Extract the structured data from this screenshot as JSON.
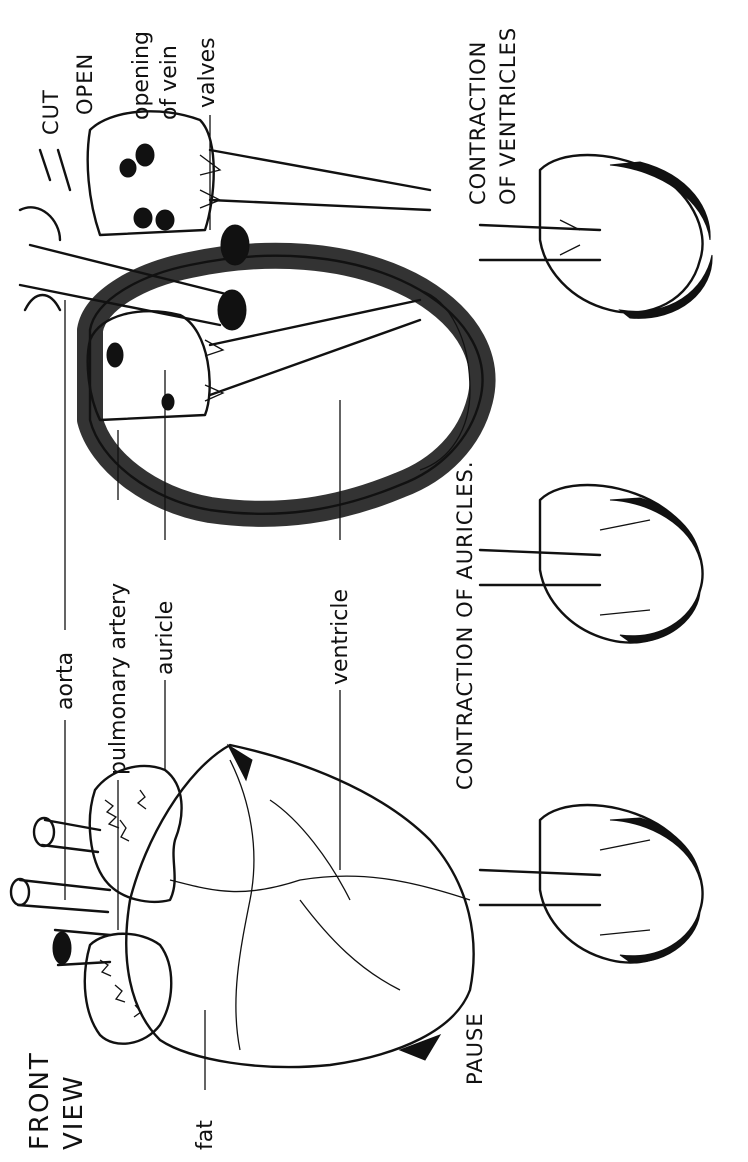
{
  "labels": {
    "front_view_1": "FRONT",
    "front_view_2": "VIEW",
    "fat": "fat",
    "aorta": "aorta",
    "pulmonary_artery": "pulmonary artery",
    "auricle": "auricle",
    "ventricle": "ventricle",
    "valves": "valves",
    "opening_of_vein_1": "opening",
    "opening_of_vein_2": "of vein",
    "cut": "CUT",
    "open": "OPEN",
    "pause": "PAUSE",
    "contraction_of_auricles": "CONTRACTION OF AURICLES.",
    "contraction_of_ventricles_1": "CONTRACTION",
    "contraction_of_ventricles_2": "OF VENTRICLES"
  }
}
